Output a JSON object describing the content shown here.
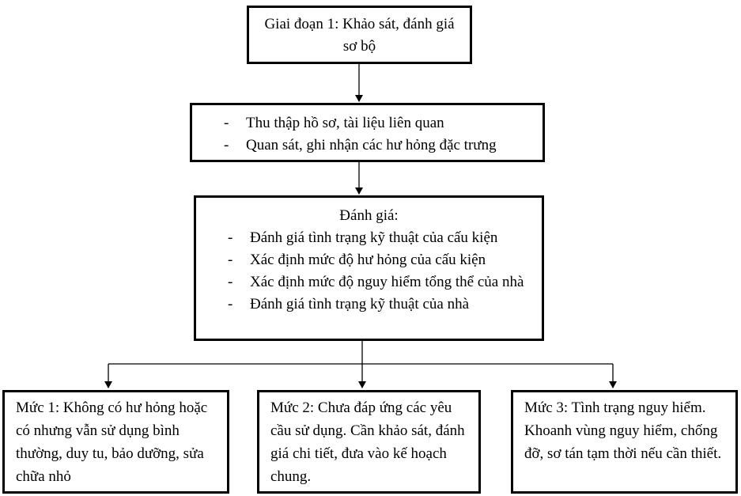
{
  "stage1": {
    "title": "Giai đoạn 1: Khảo sát, đánh giá sơ bộ"
  },
  "collect": {
    "items": [
      "Thu thập hồ sơ, tài liệu liên quan",
      "Quan sát, ghi nhận các hư hỏng đặc trưng"
    ]
  },
  "evaluate": {
    "heading": "Đánh giá:",
    "items": [
      "Đánh giá tình trạng kỹ thuật của cấu kiện",
      "Xác định mức độ hư hỏng của cấu kiện",
      "Xác định mức độ nguy hiểm tổng thể của nhà",
      "Đánh giá tình trạng kỹ thuật của nhà"
    ]
  },
  "levels": [
    {
      "text": "Mức 1: Không có hư hỏng hoặc có nhưng vẫn sử dụng bình thường, duy tu, bảo dưỡng, sửa chữa nhỏ"
    },
    {
      "text": "Mức 2: Chưa đáp ứng các yêu cầu sử dụng. Cần khảo sát, đánh giá chi tiết, đưa vào kế hoạch chung."
    },
    {
      "text": "Mức 3: Tình trạng nguy hiểm. Khoanh vùng nguy hiểm, chống đỡ, sơ tán tạm thời nếu cần thiết."
    }
  ]
}
